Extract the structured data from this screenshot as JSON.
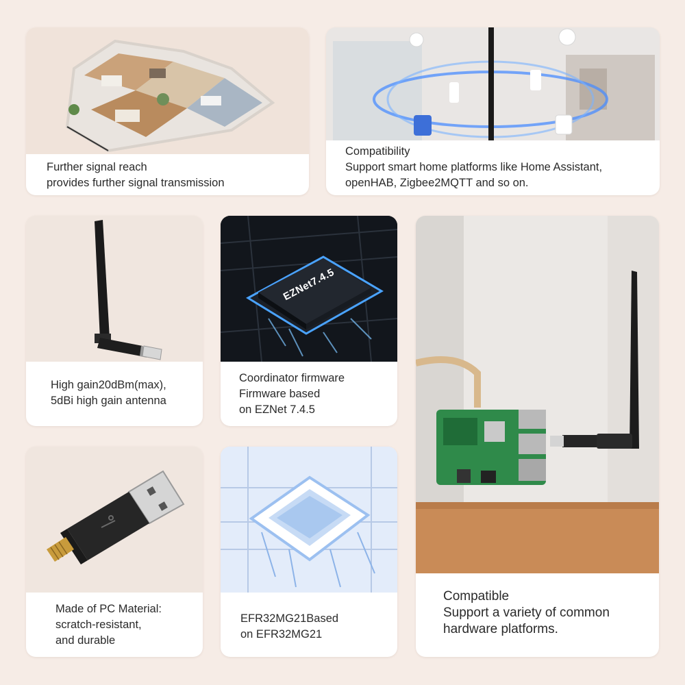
{
  "cards": {
    "signal_reach": {
      "lines": [
        "Further signal reach",
        "provides further signal transmission"
      ]
    },
    "compatibility_platforms": {
      "lines": [
        "Compatibility",
        "Support smart home platforms like Home Assistant,",
        "openHAB, Zigbee2MQTT and so on."
      ]
    },
    "high_gain": {
      "lines": [
        "High gain20dBm(max),",
        "5dBi high gain antenna"
      ]
    },
    "firmware": {
      "chip_label": "EZNet7.4.5",
      "lines": [
        "Coordinator firmware",
        "Firmware based",
        "on EZNet 7.4.5"
      ]
    },
    "hardware_compatible": {
      "lines": [
        "Compatible",
        "Support a variety of common",
        "hardware platforms."
      ]
    },
    "material": {
      "lines": [
        "Made of PC Material:",
        "scratch-resistant,",
        "and durable"
      ]
    },
    "chipset": {
      "lines": [
        "EFR32MG21Based",
        "on EFR32MG21"
      ]
    }
  },
  "colors": {
    "page_background": "#f6ece6",
    "card_background": "#ffffff",
    "photo_background_warm": "#efe4dc",
    "chip_glow_blue": "#5aa8ff",
    "board_green": "#2f8a4a",
    "table_wood": "#c78a55"
  }
}
